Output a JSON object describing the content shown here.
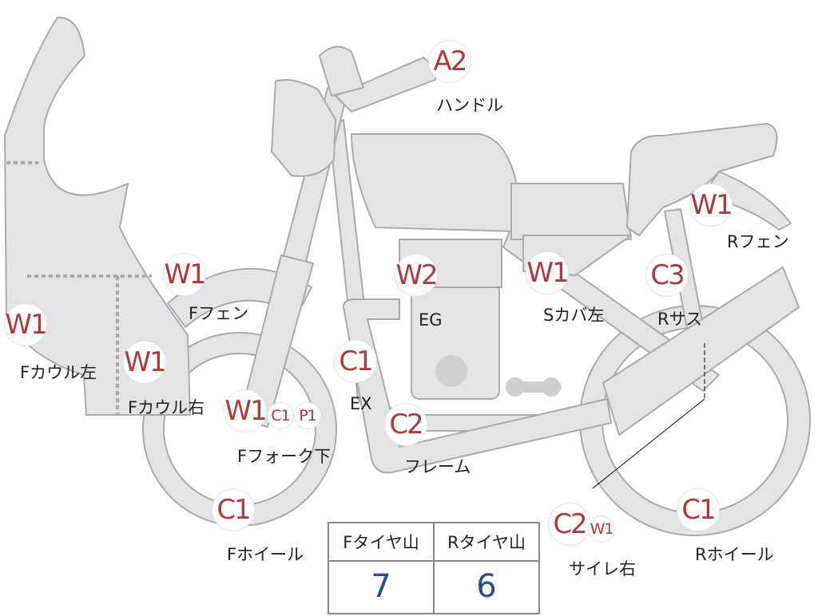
{
  "labels": {
    "handle": "ハンドル",
    "r_fender": "Rフェン",
    "f_fender": "Fフェン",
    "eg": "EG",
    "s_cover_left": "Sカバ左",
    "r_suspension": "Rサス",
    "f_cowl_left": "Fカウル左",
    "f_cowl_right": "Fカウル右",
    "ex": "EX",
    "f_fork_lower": "Fフォーク下",
    "frame": "フレーム",
    "silencer_right": "サイレ右",
    "f_wheel": "Fホイール",
    "r_wheel": "Rホイール"
  },
  "codes": {
    "handle": "A2",
    "r_fender": "W1",
    "f_fender": "W1",
    "eg": "W2",
    "s_cover_left": "W1",
    "r_suspension": "C3",
    "f_cowl_left": "W1",
    "f_cowl_right": "W1",
    "ex": "C1",
    "f_fork_lower_1": "W1",
    "f_fork_lower_2": "C1",
    "f_fork_lower_3": "P1",
    "frame": "C2",
    "silencer_right_1": "C2",
    "silencer_right_2": "W1",
    "f_wheel": "C1",
    "r_wheel": "C1"
  },
  "tread": {
    "front_header": "Fタイヤ山",
    "rear_header": "Rタイヤ山",
    "front_value": "7",
    "rear_value": "6"
  },
  "colors": {
    "body_fill": "#e3e3e3",
    "outline": "#a8acb2",
    "code_text": "#b03a3a",
    "value_text": "#2a4a9a"
  }
}
